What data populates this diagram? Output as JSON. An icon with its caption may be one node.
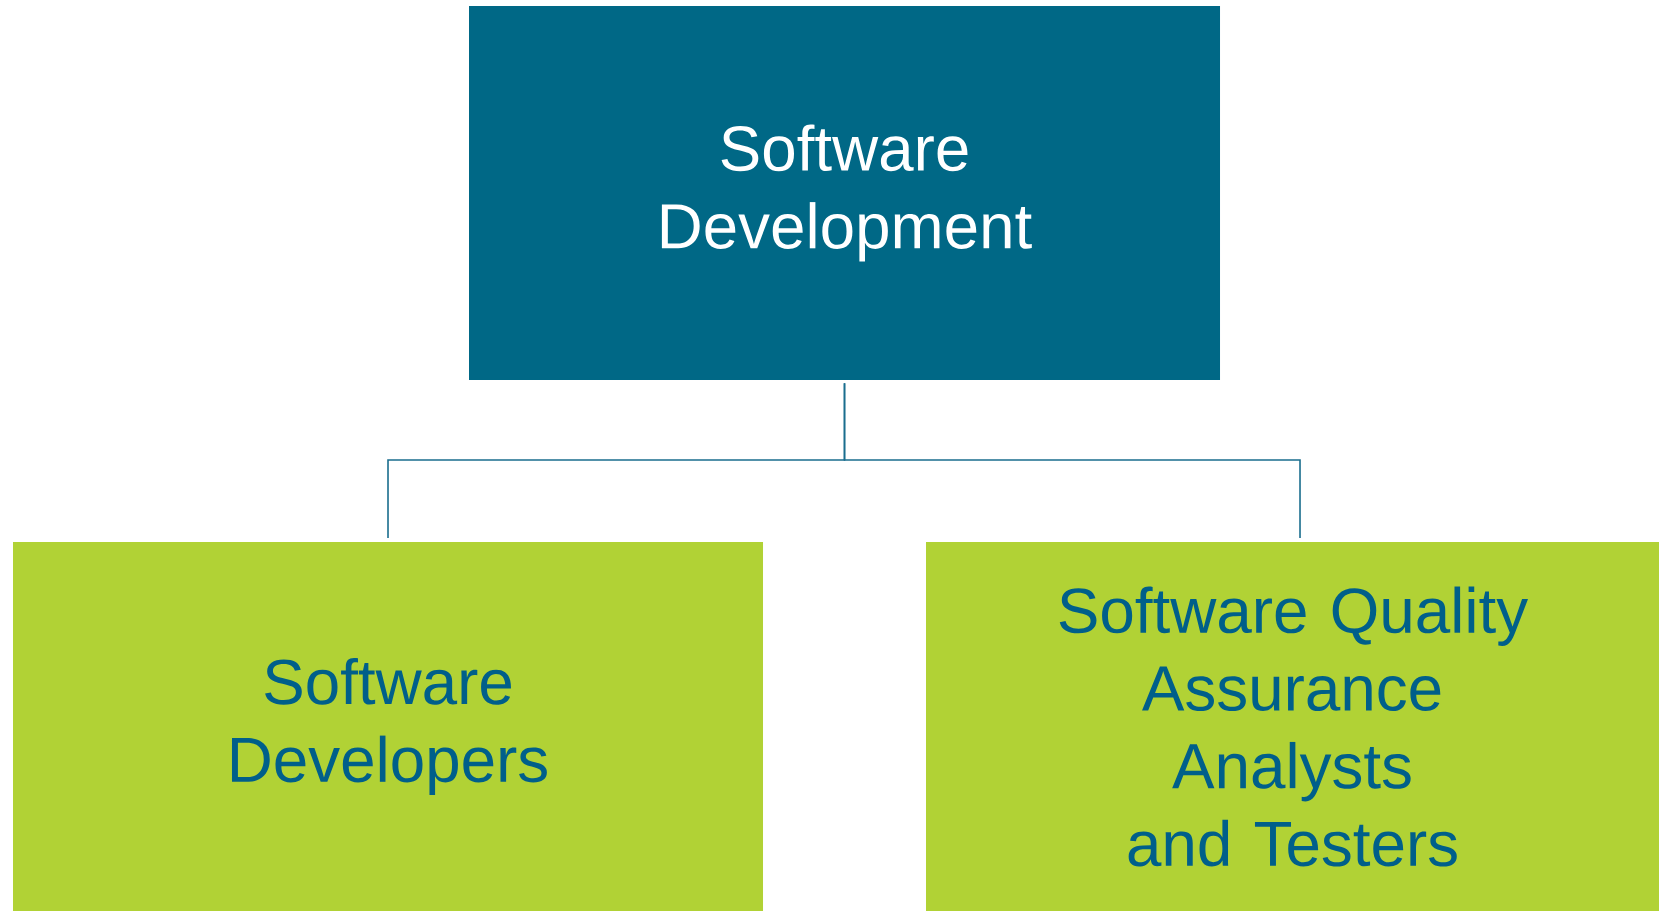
{
  "diagram": {
    "nodes": [
      {
        "text": [
          "Software Development"
        ]
      },
      {
        "text": [
          "Software Developers"
        ]
      },
      {
        "text": [
          "Software Quality Assurance Analysts and Testers"
        ]
      }
    ],
    "edges": [
      {
        "from": 0,
        "to": 1,
        "arrow": "none"
      },
      {
        "from": 0,
        "to": 2,
        "arrow": "none"
      }
    ]
  }
}
